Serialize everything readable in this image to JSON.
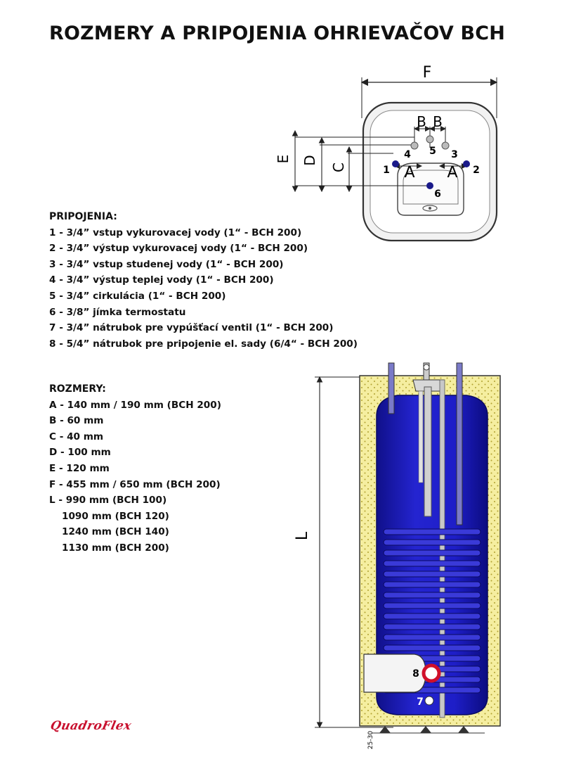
{
  "title": "ROZMERY A PRIPOJENIA OHRIEVAČOV BCH",
  "connections": {
    "heading": "PRIPOJENIA:",
    "items": [
      "1 - 3/4” vstup vykurovacej vody (1“ - BCH 200)",
      "2 - 3/4” výstup vykurovacej vody (1“ - BCH 200)",
      "3 - 3/4” vstup studenej vody (1“ - BCH 200)",
      "4 - 3/4” výstup teplej vody (1“ - BCH 200)",
      "5 - 3/4” cirkulácia (1“ - BCH 200)",
      "6 - 3/8” jímka termostatu",
      "7 - 3/4” nátrubok pre vypúšťací ventil (1“ - BCH 200)",
      "8 - 5/4” nátrubok pre pripojenie el. sady (6/4“ - BCH 200)"
    ]
  },
  "dimensions": {
    "heading": "ROZMERY:",
    "items": [
      "A - 140 mm / 190 mm (BCH 200)",
      "B -   60 mm",
      "C -   40 mm",
      "D - 100 mm",
      "E - 120 mm",
      "F - 455 mm / 650 mm (BCH 200)",
      "L - 990 mm (BCH 100)"
    ],
    "l_variants": [
      "1090 mm (BCH 120)",
      "1240 mm (BCH 140)",
      "1130 mm (BCH 200)"
    ]
  },
  "top_view": {
    "labels": {
      "F": "F",
      "B1": "B",
      "B2": "B",
      "E": "E",
      "D": "D",
      "C": "C",
      "A1": "A",
      "A2": "A"
    },
    "ports": {
      "p1": "1",
      "p2": "2",
      "p3": "3",
      "p4": "4",
      "p5": "5",
      "p6": "6"
    }
  },
  "side_view": {
    "labels": {
      "L": "L",
      "p7": "7",
      "p8": "8",
      "foot": "25-30"
    }
  },
  "logo": {
    "part1": "Quadro",
    "part2": "Flex"
  },
  "colors": {
    "tank": "#1e1ec8",
    "insulation": "#f5eea0",
    "insulation_dots": "#b0a030",
    "port_red": "#d0102a",
    "accent_red": "#c8102e"
  }
}
